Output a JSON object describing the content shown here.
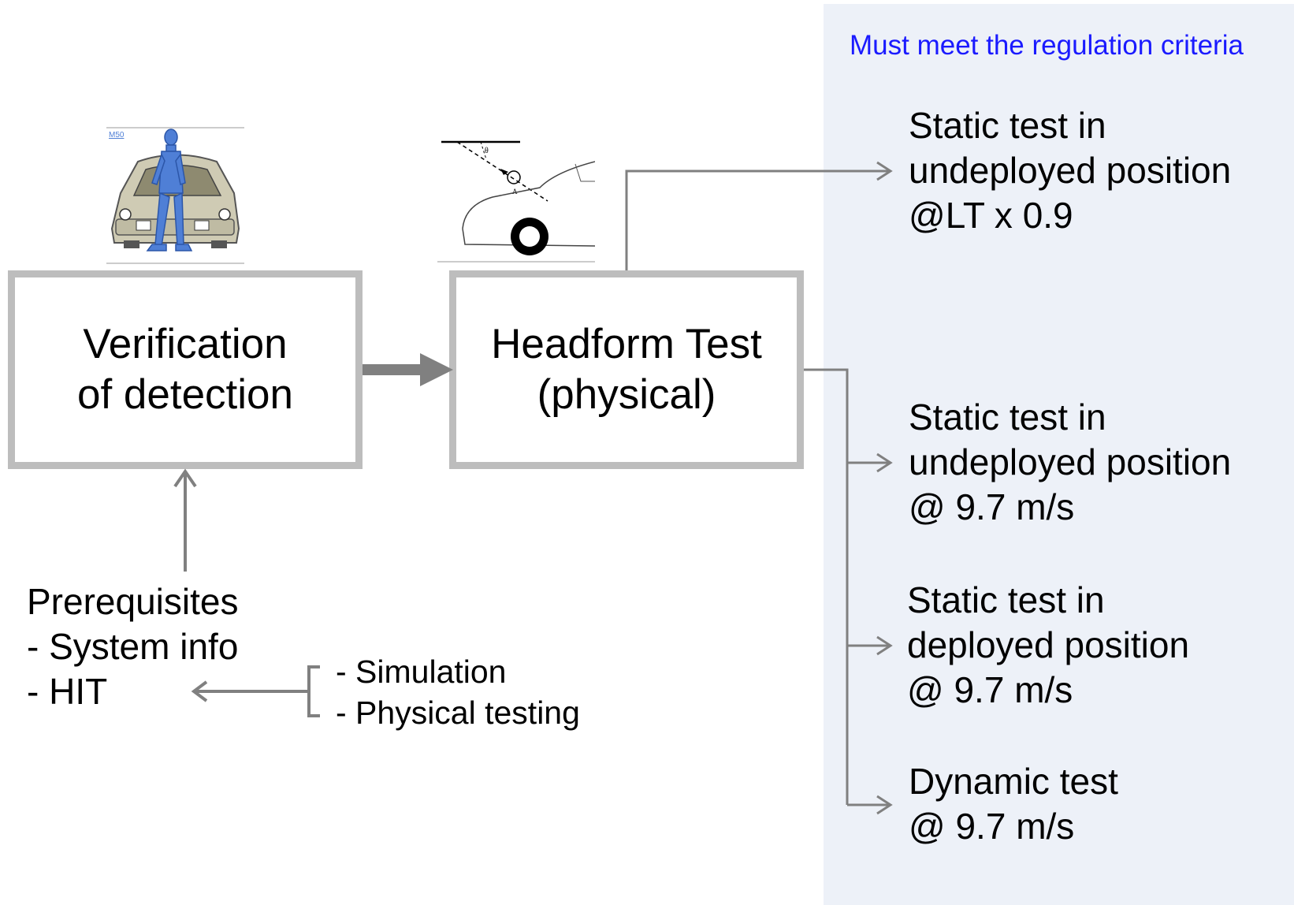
{
  "region": {
    "caption": "Must meet the regulation criteria",
    "caption_color": "#1a1aff",
    "background": "#edf1f8"
  },
  "figures": {
    "dummy_label": "M50"
  },
  "boxes": {
    "verification": {
      "line1": "Verification",
      "line2": "of detection"
    },
    "headform": {
      "line1": "Headform Test",
      "line2": "(physical)"
    }
  },
  "results": [
    {
      "line1": "Static test in",
      "line2": "undeployed position",
      "line3": "@LT x 0.9"
    },
    {
      "line1": "Static test in",
      "line2": "undeployed position",
      "line3": "@ 9.7 m/s"
    },
    {
      "line1": "Static test in",
      "line2": "deployed position",
      "line3": "@ 9.7 m/s"
    },
    {
      "line1": "Dynamic test",
      "line2": "@ 9.7 m/s"
    }
  ],
  "prerequisites": {
    "title": "Prerequisites",
    "item1": "- System info",
    "item2": "- HIT"
  },
  "sources": {
    "item1": "- Simulation",
    "item2": "- Physical testing"
  },
  "colors": {
    "box_border": "#bdbdbd",
    "connector": "#808080",
    "figure_blue": "#4f7fd6"
  }
}
